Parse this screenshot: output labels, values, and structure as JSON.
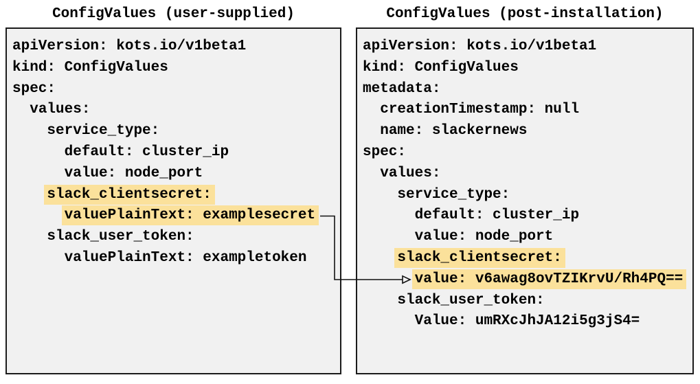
{
  "colors": {
    "highlight": "#FBE19B",
    "box_background": "#F1F1F1",
    "box_border": "#1B1B1B",
    "text": "#000000"
  },
  "left_box": {
    "title": "ConfigValues (user-supplied)",
    "lines": [
      {
        "indent": "",
        "text": "apiVersion: kots.io/v1beta1",
        "highlight": false
      },
      {
        "indent": "",
        "text": "kind: ConfigValues",
        "highlight": false
      },
      {
        "indent": "",
        "text": "spec:",
        "highlight": false
      },
      {
        "indent": "  ",
        "text": "values:",
        "highlight": false
      },
      {
        "indent": "    ",
        "text": "service_type:",
        "highlight": false
      },
      {
        "indent": "      ",
        "text": "default: cluster_ip",
        "highlight": false
      },
      {
        "indent": "      ",
        "text": "value: node_port",
        "highlight": false
      },
      {
        "indent": "    ",
        "text": "slack_clientsecret:",
        "highlight": true
      },
      {
        "indent": "      ",
        "text": "valuePlainText: examplesecret",
        "highlight": true
      },
      {
        "indent": "    ",
        "text": "slack_user_token:",
        "highlight": false
      },
      {
        "indent": "      ",
        "text": "valuePlainText: exampletoken",
        "highlight": false
      }
    ]
  },
  "right_box": {
    "title": "ConfigValues (post-installation)",
    "lines": [
      {
        "indent": "",
        "text": "apiVersion: kots.io/v1beta1",
        "highlight": false
      },
      {
        "indent": "",
        "text": "kind: ConfigValues",
        "highlight": false
      },
      {
        "indent": "",
        "text": "metadata:",
        "highlight": false
      },
      {
        "indent": "  ",
        "text": "creationTimestamp: null",
        "highlight": false
      },
      {
        "indent": "  ",
        "text": "name: slackernews",
        "highlight": false
      },
      {
        "indent": "",
        "text": "spec:",
        "highlight": false
      },
      {
        "indent": "  ",
        "text": "values:",
        "highlight": false
      },
      {
        "indent": "    ",
        "text": "service_type:",
        "highlight": false
      },
      {
        "indent": "      ",
        "text": "default: cluster_ip",
        "highlight": false
      },
      {
        "indent": "      ",
        "text": "value: node_port",
        "highlight": false
      },
      {
        "indent": "    ",
        "text": "slack_clientsecret:",
        "highlight": true
      },
      {
        "indent": "      ",
        "text": "value: v6awag8ovTZIKrvU/Rh4PQ==",
        "highlight": true
      },
      {
        "indent": "    ",
        "text": "slack_user_token:",
        "highlight": false
      },
      {
        "indent": "      ",
        "text": "Value: umRXcJhJA12i5g3jS4=",
        "highlight": false
      }
    ]
  },
  "arrow": {
    "from_text": "valuePlainText: examplesecret",
    "to_text": "value: v6awag8ovTZIKrvU/Rh4PQ=="
  }
}
